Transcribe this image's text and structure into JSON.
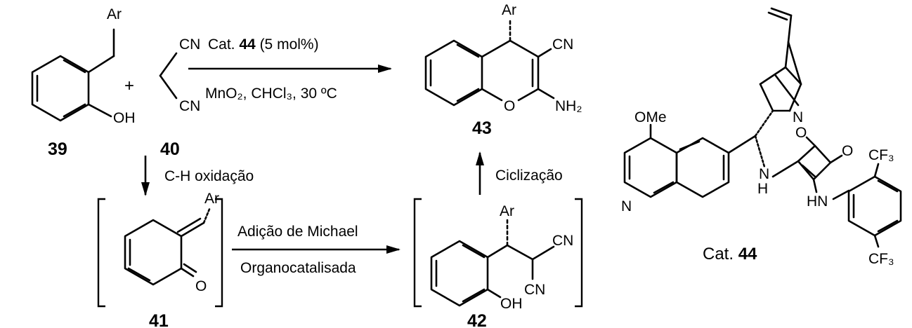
{
  "reaction": {
    "reagent_top": "Cat.",
    "reagent_top_cat": "44",
    "reagent_top_tail": "(5 mol%)",
    "conditions_bottom": "MnO₂, CHCl₃, 30 ºC",
    "step_oxidation": "C-H oxidação",
    "step_michael_line1": "Adição de Michael",
    "step_michael_line2": "Organocatalisada",
    "step_cyclization": "Ciclização",
    "plus": "+"
  },
  "compounds": {
    "c39": "39",
    "c40": "40",
    "c41": "41",
    "c42": "42",
    "c43": "43",
    "cat_prefix": "Cat.",
    "cat_number": "44"
  },
  "atoms": {
    "ar": "Ar",
    "oh": "OH",
    "cn": "CN",
    "o": "O",
    "nh2": "NH₂",
    "ome": "OMe",
    "n": "N",
    "h": "H",
    "hn": "HN",
    "cf3": "CF₃"
  }
}
